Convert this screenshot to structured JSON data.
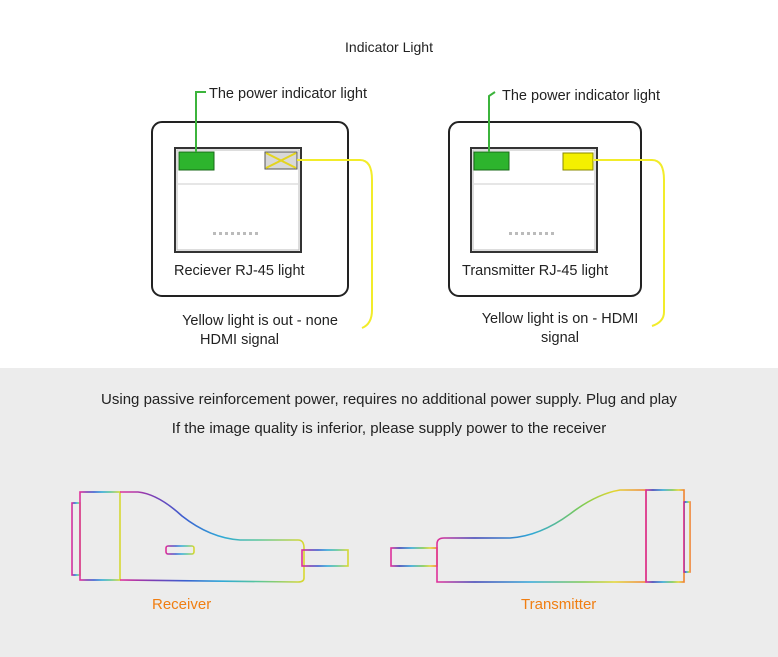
{
  "title": "Indicator Light",
  "receiver_panel": {
    "power_label": "The  power indicator light",
    "port_label": "Reciever RJ-45 light",
    "caption_line1": "Yellow light is out - none",
    "caption_line2": "HDMI signal"
  },
  "transmitter_panel": {
    "power_label": "The  power indicator light",
    "port_label": "Transmitter RJ-45  light",
    "caption_line1": "Yellow light is on -  HDMI",
    "caption_line2": "signal"
  },
  "notes": {
    "line1": "Using passive reinforcement power, requires no additional power supply. Plug and play",
    "line2": "If the image quality is inferior, please supply power to the receiver"
  },
  "devices": {
    "receiver_label": "Receiver",
    "transmitter_label": "Transmitter"
  },
  "colors": {
    "green_led": "#2db42d",
    "yellow_led": "#f4f000",
    "lead_green": "#3cb43c",
    "lead_yellow": "#f2ec2a",
    "accent_orange": "#f07e12"
  }
}
